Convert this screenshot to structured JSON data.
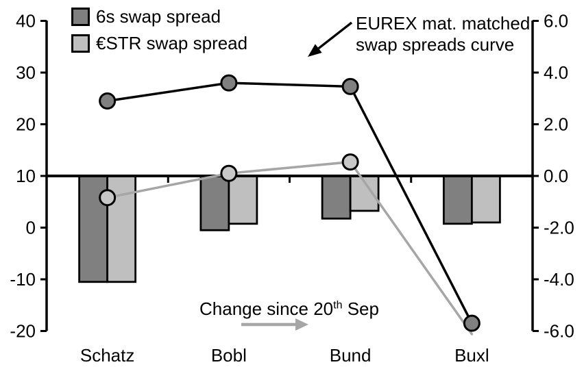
{
  "legend": {
    "items": [
      {
        "label": "6s swap spread",
        "color": "#808080",
        "border": "#000000"
      },
      {
        "label": "€STR swap spread",
        "color": "#bfbfbf",
        "border": "#000000"
      }
    ]
  },
  "annotations": {
    "curve_label": {
      "line1": "EUREX mat. matched",
      "line2": "swap spreads curve"
    },
    "change_label": {
      "prefix": "Change since 20",
      "sup": "th",
      "suffix": " Sep"
    }
  },
  "chart_data": {
    "type": "combo-bar-line",
    "categories": [
      "Schatz",
      "Bobl",
      "Bund",
      "Buxl"
    ],
    "left_axis": {
      "min": -20,
      "max": 40,
      "tick_values": [
        40,
        30,
        20,
        10,
        0,
        -10,
        -20
      ],
      "tick_labels": [
        "40",
        "30",
        "20",
        "10",
        "0",
        "-10",
        "-20"
      ]
    },
    "right_axis": {
      "min": -6,
      "max": 6,
      "tick_values": [
        6,
        4,
        2,
        0,
        -2,
        -4,
        -6
      ],
      "tick_labels": [
        "6.0",
        "4.0",
        "2.0",
        "0.0",
        "-2.0",
        "-4.0",
        "-6.0"
      ]
    },
    "bar_baseline_left_value": 10,
    "bar_series": [
      {
        "name": "6s swap spread",
        "slug": "6s",
        "axis": "right",
        "color": "#808080",
        "values": [
          -4.1,
          -2.1,
          -1.65,
          -1.85
        ]
      },
      {
        "name": "€STR swap spread",
        "slug": "estr",
        "axis": "right",
        "color": "#bfbfbf",
        "values": [
          -4.1,
          -1.85,
          -1.35,
          -1.8
        ]
      }
    ],
    "line_series": [
      {
        "name": "€STR swap spread curve",
        "slug": "estr-curve",
        "axis": "left",
        "color": "#a6a6a6",
        "marker_fill": "#c8c8c8",
        "values": [
          5.8,
          10.5,
          12.7,
          -20.6
        ],
        "markers_visible": [
          true,
          true,
          true,
          false
        ]
      },
      {
        "name": "6s swap spread curve",
        "slug": "6s-curve",
        "axis": "left",
        "color": "#000000",
        "marker_fill": "#808080",
        "values": [
          24.5,
          28.0,
          27.3,
          -18.5
        ],
        "markers_visible": [
          true,
          true,
          true,
          true
        ]
      }
    ],
    "grid": false,
    "legend_position": "top-left"
  }
}
